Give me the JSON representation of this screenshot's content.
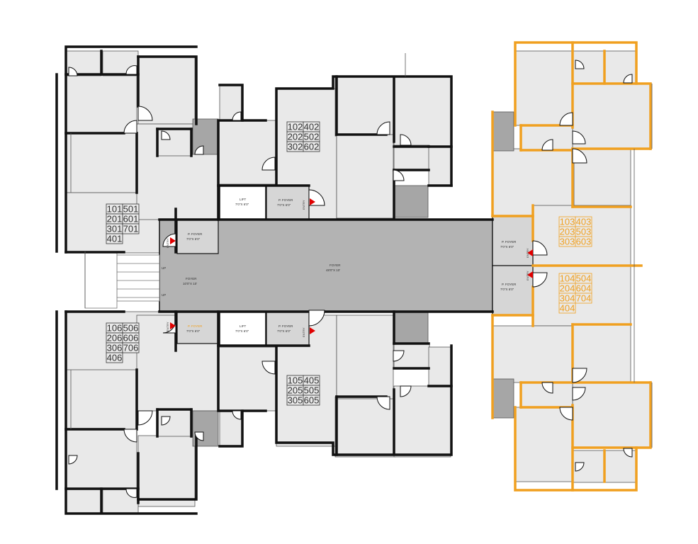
{
  "plan": {
    "colors": {
      "wall": "#111111",
      "highlight": "#f0a020",
      "room_fill": "#e9e9e9",
      "lobby_fill": "#b3b3b3",
      "lift_fill": "#ffffff",
      "foyer_fill": "#d6d6d6",
      "dark_fill": "#a6a6a6",
      "arrow": "#e00000"
    },
    "unit_blocks": [
      {
        "id": "nw",
        "highlighted": false,
        "rows": [
          [
            "101",
            "501"
          ],
          [
            "201",
            "601"
          ],
          [
            "301",
            "701"
          ],
          [
            "401"
          ]
        ]
      },
      {
        "id": "nc",
        "highlighted": false,
        "rows": [
          [
            "102",
            "402"
          ],
          [
            "202",
            "502"
          ],
          [
            "302",
            "602"
          ]
        ]
      },
      {
        "id": "ne",
        "highlighted": true,
        "rows": [
          [
            "103",
            "403"
          ],
          [
            "203",
            "503"
          ],
          [
            "303",
            "603"
          ]
        ]
      },
      {
        "id": "e",
        "highlighted": true,
        "rows": [
          [
            "104",
            "504"
          ],
          [
            "204",
            "604"
          ],
          [
            "304",
            "704"
          ],
          [
            "404"
          ]
        ]
      },
      {
        "id": "sc",
        "highlighted": false,
        "rows": [
          [
            "105",
            "405"
          ],
          [
            "205",
            "505"
          ],
          [
            "305",
            "605"
          ]
        ]
      },
      {
        "id": "sw",
        "highlighted": false,
        "rows": [
          [
            "106",
            "506"
          ],
          [
            "206",
            "606"
          ],
          [
            "306",
            "706"
          ],
          [
            "406"
          ]
        ]
      }
    ],
    "room_labels": {
      "lobby_main": "FOYER",
      "lobby_main_dim": "48'0\"X 10'",
      "lobby_west": "FOYER",
      "lobby_west_dim": "10'0\"X 10'",
      "lift": "LIFT",
      "lift_dim": "7'0\"X 6'0\"",
      "p_foyer": "P. FOYER",
      "p_foyer_dim": "7'0\"X 6'0\"",
      "entry": "ENTRY",
      "up": "UP"
    }
  }
}
